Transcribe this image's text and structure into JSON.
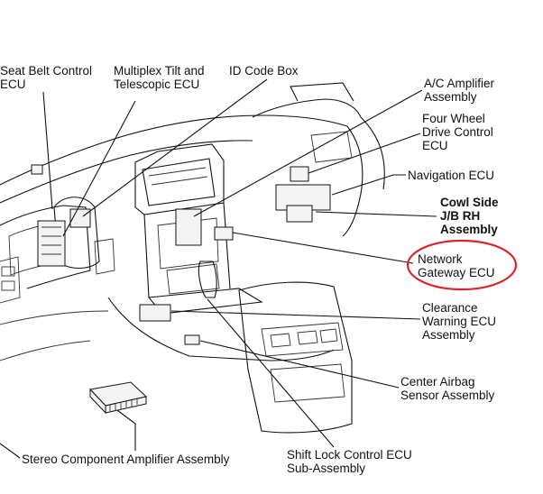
{
  "labels": {
    "seat_belt": [
      "Seat Belt Control",
      "ECU"
    ],
    "multiplex_tilt": [
      "Multiplex Tilt and",
      "Telescopic ECU"
    ],
    "id_code_box": [
      "ID Code Box"
    ],
    "ac_amplifier": [
      "A/C Amplifier",
      "Assembly"
    ],
    "four_wheel": [
      "Four Wheel",
      "Drive Control",
      "ECU"
    ],
    "navigation": [
      "Navigation ECU"
    ],
    "cowl_side": [
      "Cowl Side",
      "J/B RH",
      "Assembly"
    ],
    "network_gateway": [
      "Network",
      "Gateway ECU"
    ],
    "clearance_warning": [
      "Clearance",
      "Warning ECU",
      "Assembly"
    ],
    "center_airbag": [
      "Center Airbag",
      "Sensor Assembly"
    ],
    "shift_lock": [
      "Shift Lock Control ECU",
      "Sub-Assembly"
    ],
    "stereo_amp": [
      "Stereo Component Amplifier Assembly"
    ]
  },
  "highlight_color": "#d9262c"
}
